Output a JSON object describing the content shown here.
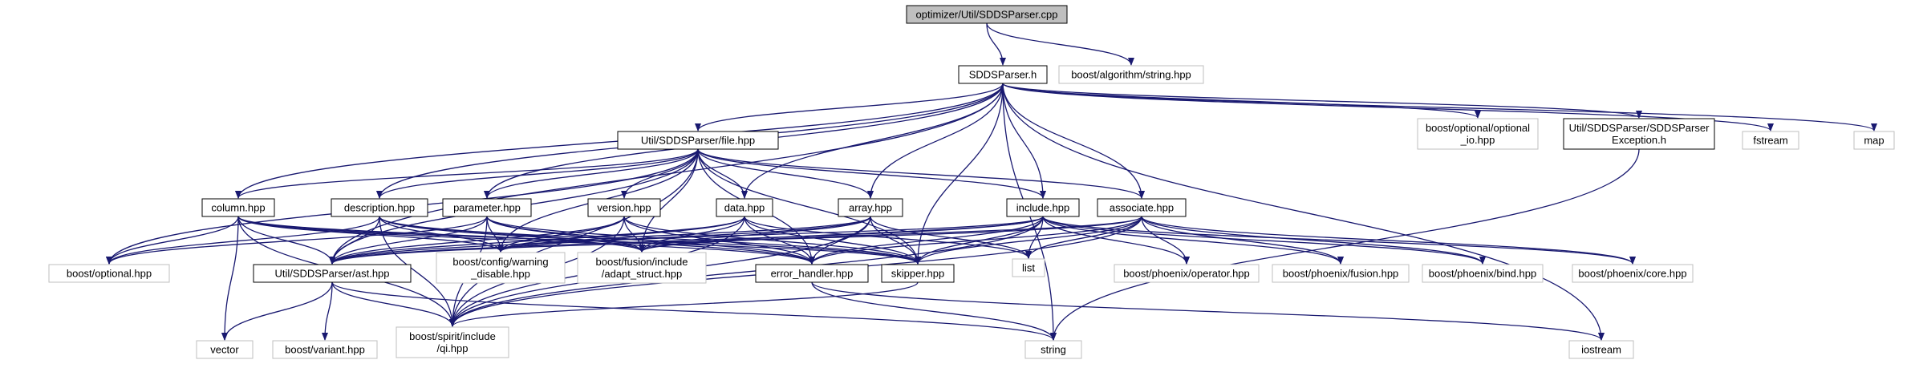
{
  "graph": {
    "colors": {
      "edge": "#191970",
      "node_border": "#000000",
      "external_border": "#bfbfbf",
      "root_fill": "#bfbfbf",
      "node_fill": "#ffffff"
    },
    "nodes": [
      {
        "id": "root",
        "lines": [
          "optimizer/Util/SDDSParser.cpp"
        ],
        "kind": "root"
      },
      {
        "id": "sddsparser_h",
        "lines": [
          "SDDSParser.h"
        ],
        "kind": "internal"
      },
      {
        "id": "boost_algo_string",
        "lines": [
          "boost/algorithm/string.hpp"
        ],
        "kind": "external"
      },
      {
        "id": "file_hpp",
        "lines": [
          "Util/SDDSParser/file.hpp"
        ],
        "kind": "internal"
      },
      {
        "id": "optional_io",
        "lines": [
          "boost/optional/optional",
          "_io.hpp"
        ],
        "kind": "external"
      },
      {
        "id": "sdds_exception",
        "lines": [
          "Util/SDDSParser/SDDSParser",
          "Exception.h"
        ],
        "kind": "internal"
      },
      {
        "id": "fstream",
        "lines": [
          "fstream"
        ],
        "kind": "external"
      },
      {
        "id": "map",
        "lines": [
          "map"
        ],
        "kind": "external"
      },
      {
        "id": "column_hpp",
        "lines": [
          "column.hpp"
        ],
        "kind": "internal"
      },
      {
        "id": "description_hpp",
        "lines": [
          "description.hpp"
        ],
        "kind": "internal"
      },
      {
        "id": "parameter_hpp",
        "lines": [
          "parameter.hpp"
        ],
        "kind": "internal"
      },
      {
        "id": "version_hpp",
        "lines": [
          "version.hpp"
        ],
        "kind": "internal"
      },
      {
        "id": "data_hpp",
        "lines": [
          "data.hpp"
        ],
        "kind": "internal"
      },
      {
        "id": "array_hpp",
        "lines": [
          "array.hpp"
        ],
        "kind": "internal"
      },
      {
        "id": "include_hpp",
        "lines": [
          "include.hpp"
        ],
        "kind": "internal"
      },
      {
        "id": "associate_hpp",
        "lines": [
          "associate.hpp"
        ],
        "kind": "internal"
      },
      {
        "id": "boost_optional",
        "lines": [
          "boost/optional.hpp"
        ],
        "kind": "external"
      },
      {
        "id": "ast_hpp",
        "lines": [
          "Util/SDDSParser/ast.hpp"
        ],
        "kind": "internal"
      },
      {
        "id": "warning_disable",
        "lines": [
          "boost/config/warning",
          "_disable.hpp"
        ],
        "kind": "external"
      },
      {
        "id": "adapt_struct",
        "lines": [
          "boost/fusion/include",
          "/adapt_struct.hpp"
        ],
        "kind": "external"
      },
      {
        "id": "error_handler",
        "lines": [
          "error_handler.hpp"
        ],
        "kind": "internal"
      },
      {
        "id": "skipper_hpp",
        "lines": [
          "skipper.hpp"
        ],
        "kind": "internal"
      },
      {
        "id": "list",
        "lines": [
          "list"
        ],
        "kind": "external"
      },
      {
        "id": "phoenix_operator",
        "lines": [
          "boost/phoenix/operator.hpp"
        ],
        "kind": "external"
      },
      {
        "id": "phoenix_fusion",
        "lines": [
          "boost/phoenix/fusion.hpp"
        ],
        "kind": "external"
      },
      {
        "id": "phoenix_bind",
        "lines": [
          "boost/phoenix/bind.hpp"
        ],
        "kind": "external"
      },
      {
        "id": "phoenix_core",
        "lines": [
          "boost/phoenix/core.hpp"
        ],
        "kind": "external"
      },
      {
        "id": "vector",
        "lines": [
          "vector"
        ],
        "kind": "external"
      },
      {
        "id": "boost_variant",
        "lines": [
          "boost/variant.hpp"
        ],
        "kind": "external"
      },
      {
        "id": "spirit_qi",
        "lines": [
          "boost/spirit/include",
          "/qi.hpp"
        ],
        "kind": "external"
      },
      {
        "id": "string",
        "lines": [
          "string"
        ],
        "kind": "external"
      },
      {
        "id": "iostream",
        "lines": [
          "iostream"
        ],
        "kind": "external"
      }
    ],
    "edges": [
      [
        "root",
        "sddsparser_h"
      ],
      [
        "root",
        "boost_algo_string"
      ],
      [
        "sddsparser_h",
        "file_hpp"
      ],
      [
        "sddsparser_h",
        "optional_io"
      ],
      [
        "sddsparser_h",
        "sdds_exception"
      ],
      [
        "sddsparser_h",
        "fstream"
      ],
      [
        "sddsparser_h",
        "map"
      ],
      [
        "sddsparser_h",
        "iostream"
      ],
      [
        "sddsparser_h",
        "column_hpp"
      ],
      [
        "sddsparser_h",
        "description_hpp"
      ],
      [
        "sddsparser_h",
        "parameter_hpp"
      ],
      [
        "sddsparser_h",
        "data_hpp"
      ],
      [
        "sddsparser_h",
        "array_hpp"
      ],
      [
        "sddsparser_h",
        "include_hpp"
      ],
      [
        "sddsparser_h",
        "associate_hpp"
      ],
      [
        "sddsparser_h",
        "ast_hpp"
      ],
      [
        "sddsparser_h",
        "skipper_hpp"
      ],
      [
        "sddsparser_h",
        "string"
      ],
      [
        "file_hpp",
        "column_hpp"
      ],
      [
        "file_hpp",
        "description_hpp"
      ],
      [
        "file_hpp",
        "parameter_hpp"
      ],
      [
        "file_hpp",
        "version_hpp"
      ],
      [
        "file_hpp",
        "data_hpp"
      ],
      [
        "file_hpp",
        "array_hpp"
      ],
      [
        "file_hpp",
        "include_hpp"
      ],
      [
        "file_hpp",
        "associate_hpp"
      ],
      [
        "file_hpp",
        "boost_optional"
      ],
      [
        "file_hpp",
        "ast_hpp"
      ],
      [
        "file_hpp",
        "warning_disable"
      ],
      [
        "file_hpp",
        "adapt_struct"
      ],
      [
        "file_hpp",
        "error_handler"
      ],
      [
        "file_hpp",
        "skipper_hpp"
      ],
      [
        "file_hpp",
        "spirit_qi"
      ],
      [
        "sdds_exception",
        "string"
      ],
      [
        "column_hpp",
        "boost_optional"
      ],
      [
        "column_hpp",
        "ast_hpp"
      ],
      [
        "column_hpp",
        "warning_disable"
      ],
      [
        "column_hpp",
        "adapt_struct"
      ],
      [
        "column_hpp",
        "error_handler"
      ],
      [
        "column_hpp",
        "skipper_hpp"
      ],
      [
        "column_hpp",
        "spirit_qi"
      ],
      [
        "column_hpp",
        "vector"
      ],
      [
        "description_hpp",
        "boost_optional"
      ],
      [
        "description_hpp",
        "ast_hpp"
      ],
      [
        "description_hpp",
        "warning_disable"
      ],
      [
        "description_hpp",
        "adapt_struct"
      ],
      [
        "description_hpp",
        "error_handler"
      ],
      [
        "description_hpp",
        "skipper_hpp"
      ],
      [
        "description_hpp",
        "spirit_qi"
      ],
      [
        "parameter_hpp",
        "boost_optional"
      ],
      [
        "parameter_hpp",
        "ast_hpp"
      ],
      [
        "parameter_hpp",
        "warning_disable"
      ],
      [
        "parameter_hpp",
        "adapt_struct"
      ],
      [
        "parameter_hpp",
        "error_handler"
      ],
      [
        "parameter_hpp",
        "skipper_hpp"
      ],
      [
        "parameter_hpp",
        "spirit_qi"
      ],
      [
        "version_hpp",
        "ast_hpp"
      ],
      [
        "version_hpp",
        "warning_disable"
      ],
      [
        "version_hpp",
        "adapt_struct"
      ],
      [
        "version_hpp",
        "error_handler"
      ],
      [
        "version_hpp",
        "skipper_hpp"
      ],
      [
        "version_hpp",
        "spirit_qi"
      ],
      [
        "data_hpp",
        "ast_hpp"
      ],
      [
        "data_hpp",
        "warning_disable"
      ],
      [
        "data_hpp",
        "adapt_struct"
      ],
      [
        "data_hpp",
        "error_handler"
      ],
      [
        "data_hpp",
        "skipper_hpp"
      ],
      [
        "data_hpp",
        "spirit_qi"
      ],
      [
        "data_hpp",
        "list"
      ],
      [
        "array_hpp",
        "ast_hpp"
      ],
      [
        "array_hpp",
        "warning_disable"
      ],
      [
        "array_hpp",
        "adapt_struct"
      ],
      [
        "array_hpp",
        "error_handler"
      ],
      [
        "array_hpp",
        "skipper_hpp"
      ],
      [
        "array_hpp",
        "spirit_qi"
      ],
      [
        "array_hpp",
        "list"
      ],
      [
        "include_hpp",
        "ast_hpp"
      ],
      [
        "include_hpp",
        "warning_disable"
      ],
      [
        "include_hpp",
        "adapt_struct"
      ],
      [
        "include_hpp",
        "error_handler"
      ],
      [
        "include_hpp",
        "skipper_hpp"
      ],
      [
        "include_hpp",
        "spirit_qi"
      ],
      [
        "include_hpp",
        "list"
      ],
      [
        "include_hpp",
        "phoenix_operator"
      ],
      [
        "include_hpp",
        "phoenix_fusion"
      ],
      [
        "include_hpp",
        "phoenix_bind"
      ],
      [
        "include_hpp",
        "phoenix_core"
      ],
      [
        "associate_hpp",
        "ast_hpp"
      ],
      [
        "associate_hpp",
        "adapt_struct"
      ],
      [
        "associate_hpp",
        "error_handler"
      ],
      [
        "associate_hpp",
        "skipper_hpp"
      ],
      [
        "associate_hpp",
        "spirit_qi"
      ],
      [
        "associate_hpp",
        "list"
      ],
      [
        "associate_hpp",
        "phoenix_operator"
      ],
      [
        "associate_hpp",
        "phoenix_fusion"
      ],
      [
        "associate_hpp",
        "phoenix_bind"
      ],
      [
        "associate_hpp",
        "phoenix_core"
      ],
      [
        "ast_hpp",
        "vector"
      ],
      [
        "ast_hpp",
        "boost_variant"
      ],
      [
        "ast_hpp",
        "spirit_qi"
      ],
      [
        "ast_hpp",
        "string"
      ],
      [
        "error_handler",
        "string"
      ],
      [
        "error_handler",
        "iostream"
      ],
      [
        "skipper_hpp",
        "spirit_qi"
      ]
    ]
  }
}
